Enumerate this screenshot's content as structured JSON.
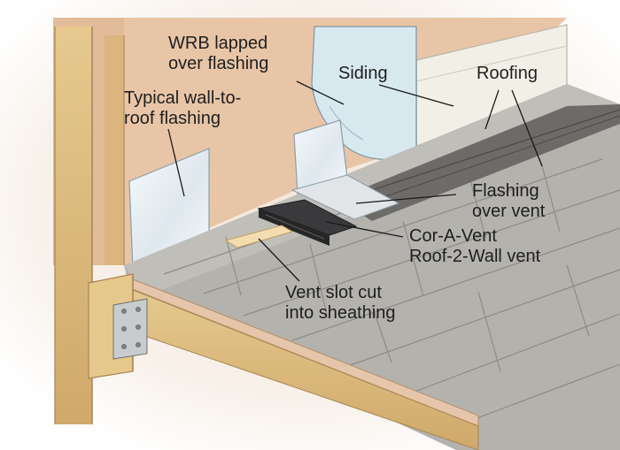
{
  "labels": {
    "wrb": [
      "WRB lapped",
      "over flashing"
    ],
    "wall_flashing": [
      "Typical wall-to-",
      "roof flashing"
    ],
    "siding": "Siding",
    "roofing": "Roofing",
    "flashing_over_vent": [
      "Flashing",
      "over vent"
    ],
    "vent": [
      "Cor-A-Vent",
      "Roof-2-Wall vent"
    ],
    "vent_slot": [
      "Vent slot cut",
      "into sheathing"
    ]
  },
  "colors": {
    "sheathing": "#e7c3a5",
    "stud": "#d9b77e",
    "siding": "#f1efe5",
    "shingle": "#b4b2ae",
    "shingle_dark": "#8d8b87",
    "flashing": "#e5edf3",
    "vent": "#3b3b3d",
    "leader": "#1a1a1a"
  }
}
